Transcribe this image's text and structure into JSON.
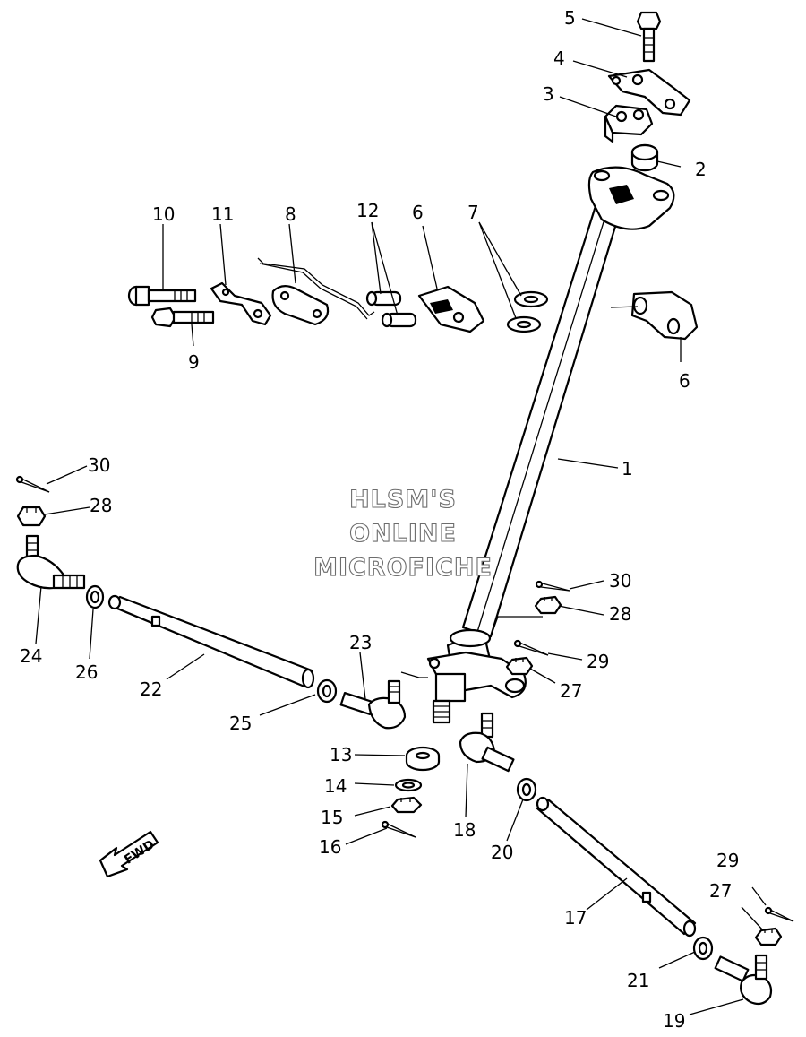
{
  "watermark": {
    "line1": "HLSM'S",
    "line2": "ONLINE",
    "line3": "MICROFICHE"
  },
  "fwd_label": "FWD",
  "callouts": {
    "c1": "1",
    "c2": "2",
    "c3": "3",
    "c4": "4",
    "c5": "5",
    "c6a": "6",
    "c6b": "6",
    "c7": "7",
    "c8": "8",
    "c9": "9",
    "c10": "10",
    "c11": "11",
    "c12": "12",
    "c13": "13",
    "c14": "14",
    "c15": "15",
    "c16": "16",
    "c17": "17",
    "c18": "18",
    "c19": "19",
    "c20": "20",
    "c21": "21",
    "c22": "22",
    "c23": "23",
    "c24": "24",
    "c25": "25",
    "c26": "26",
    "c27a": "27",
    "c27b": "27",
    "c28a": "28",
    "c28b": "28",
    "c29a": "29",
    "c29b": "29",
    "c30a": "30",
    "c30b": "30"
  }
}
